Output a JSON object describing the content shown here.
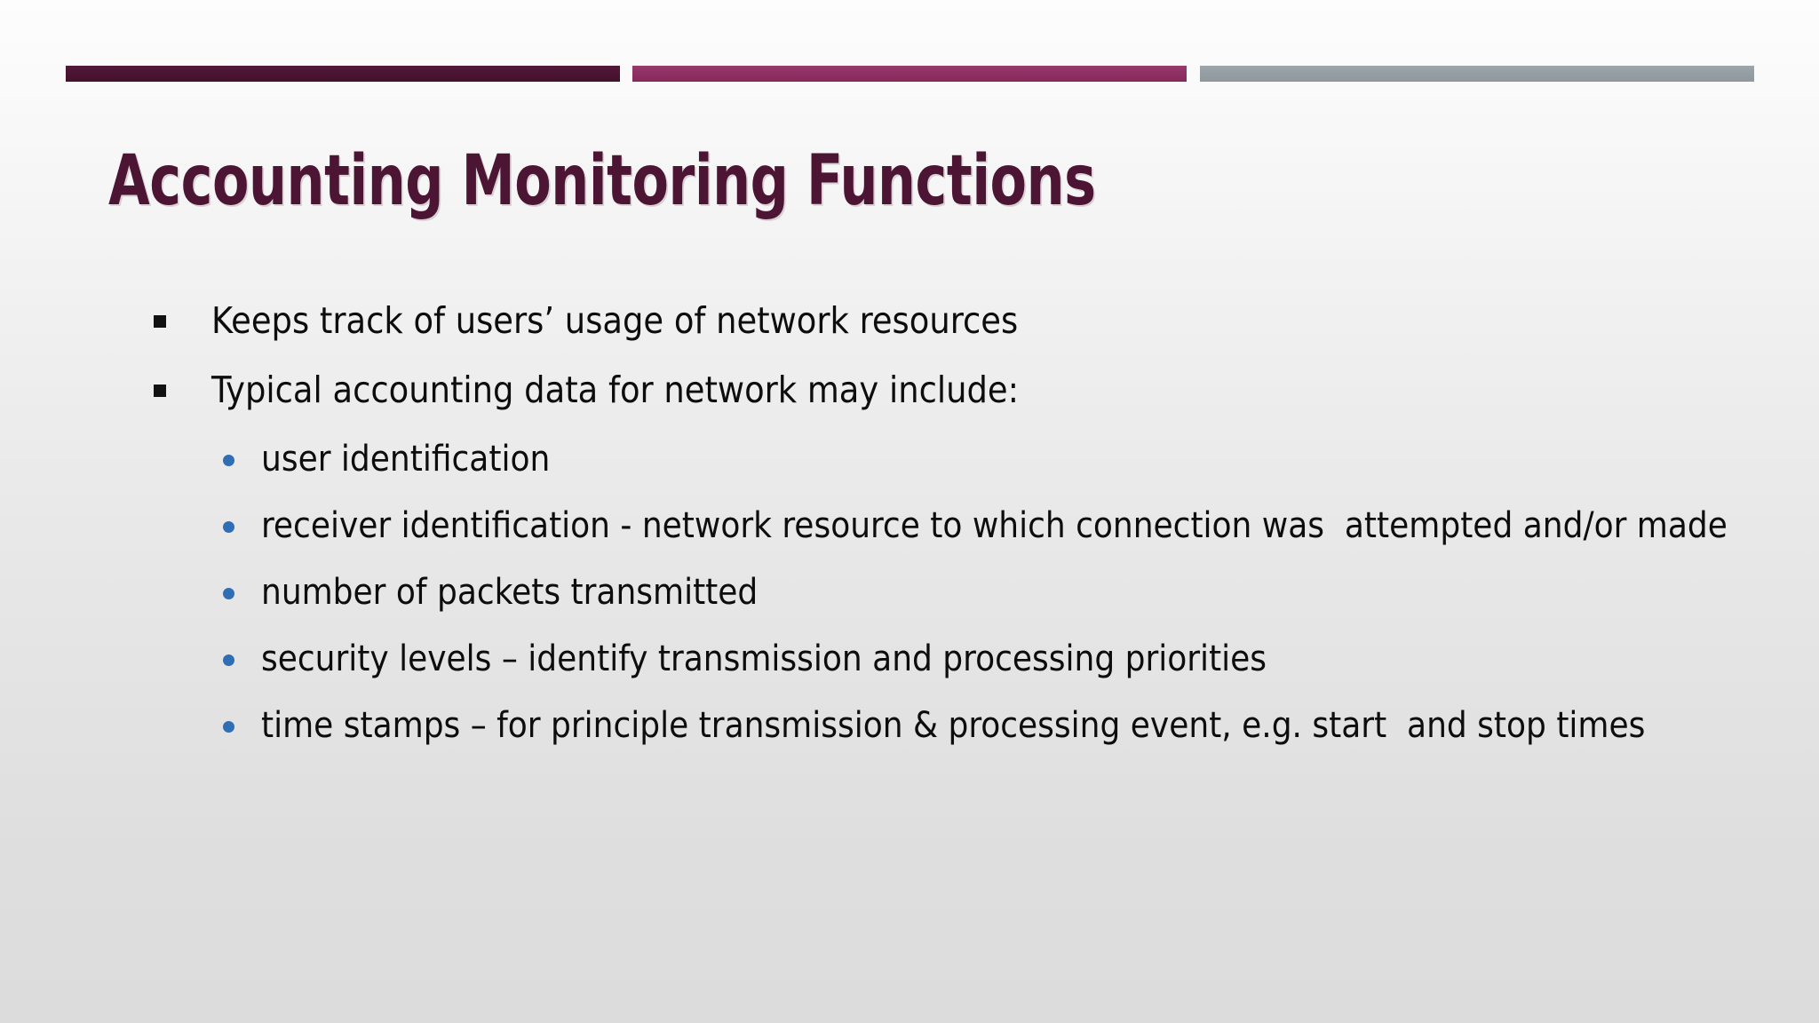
{
  "slide": {
    "title": "Accounting Monitoring Functions",
    "background": {
      "gradient_top": "#fdfdfd",
      "gradient_bottom": "#dcdcdc"
    },
    "colors": {
      "title": "#4b1533",
      "rule_dark": "#4b1533",
      "rule_magenta": "#8e3063",
      "rule_gray": "#959ea3",
      "bullet_level1": "#111111",
      "bullet_level2": "#2f6db5",
      "body_text": "#0d0d0d"
    },
    "rule_bars": [
      {
        "name": "dark-maroon-bar",
        "color": "#4b1533"
      },
      {
        "name": "magenta-bar",
        "color": "#8e3063"
      },
      {
        "name": "gray-bar",
        "color": "#959ea3"
      }
    ],
    "bullets": [
      {
        "level": 1,
        "marker": "square",
        "text": "Keeps track of users’ usage of network resources"
      },
      {
        "level": 1,
        "marker": "square",
        "text": "Typical accounting data for network may include:"
      },
      {
        "level": 2,
        "marker": "dot",
        "text": "user identification"
      },
      {
        "level": 2,
        "marker": "dot",
        "text": "receiver identification - network resource to which connection was  attempted and/or made"
      },
      {
        "level": 2,
        "marker": "dot",
        "text": "number of packets transmitted"
      },
      {
        "level": 2,
        "marker": "dot",
        "text": "security levels – identify transmission and processing priorities"
      },
      {
        "level": 2,
        "marker": "dot",
        "text": "time stamps – for principle transmission & processing event, e.g. start  and stop times"
      }
    ]
  }
}
